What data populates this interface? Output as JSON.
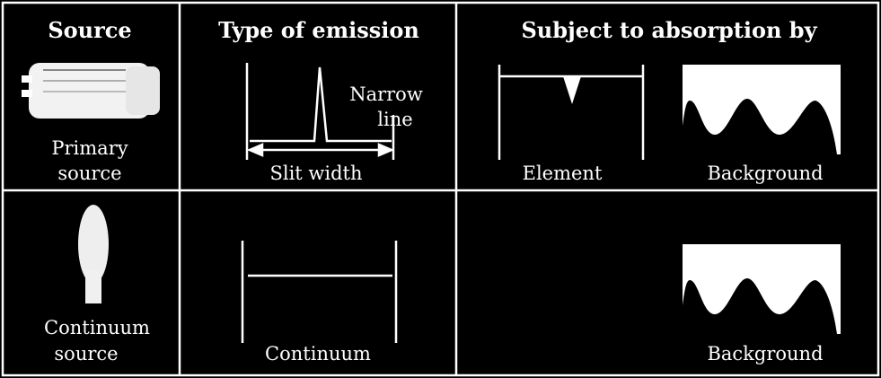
{
  "headers": {
    "source": "Source",
    "emission": "Type of emission",
    "absorption": "Subject to absorption by"
  },
  "row_primary": {
    "source_line1": "Primary",
    "source_line2": "source",
    "emission_label1": "Narrow",
    "emission_label2": "line",
    "slit_label": "Slit width",
    "absorb_element": "Element",
    "absorb_background": "Background"
  },
  "row_continuum": {
    "source_line1": "Continuum",
    "source_line2": "source",
    "emission_label": "Continuum",
    "absorb_background": "Background"
  },
  "colors": {
    "background": "#000000",
    "foreground": "#ffffff"
  }
}
